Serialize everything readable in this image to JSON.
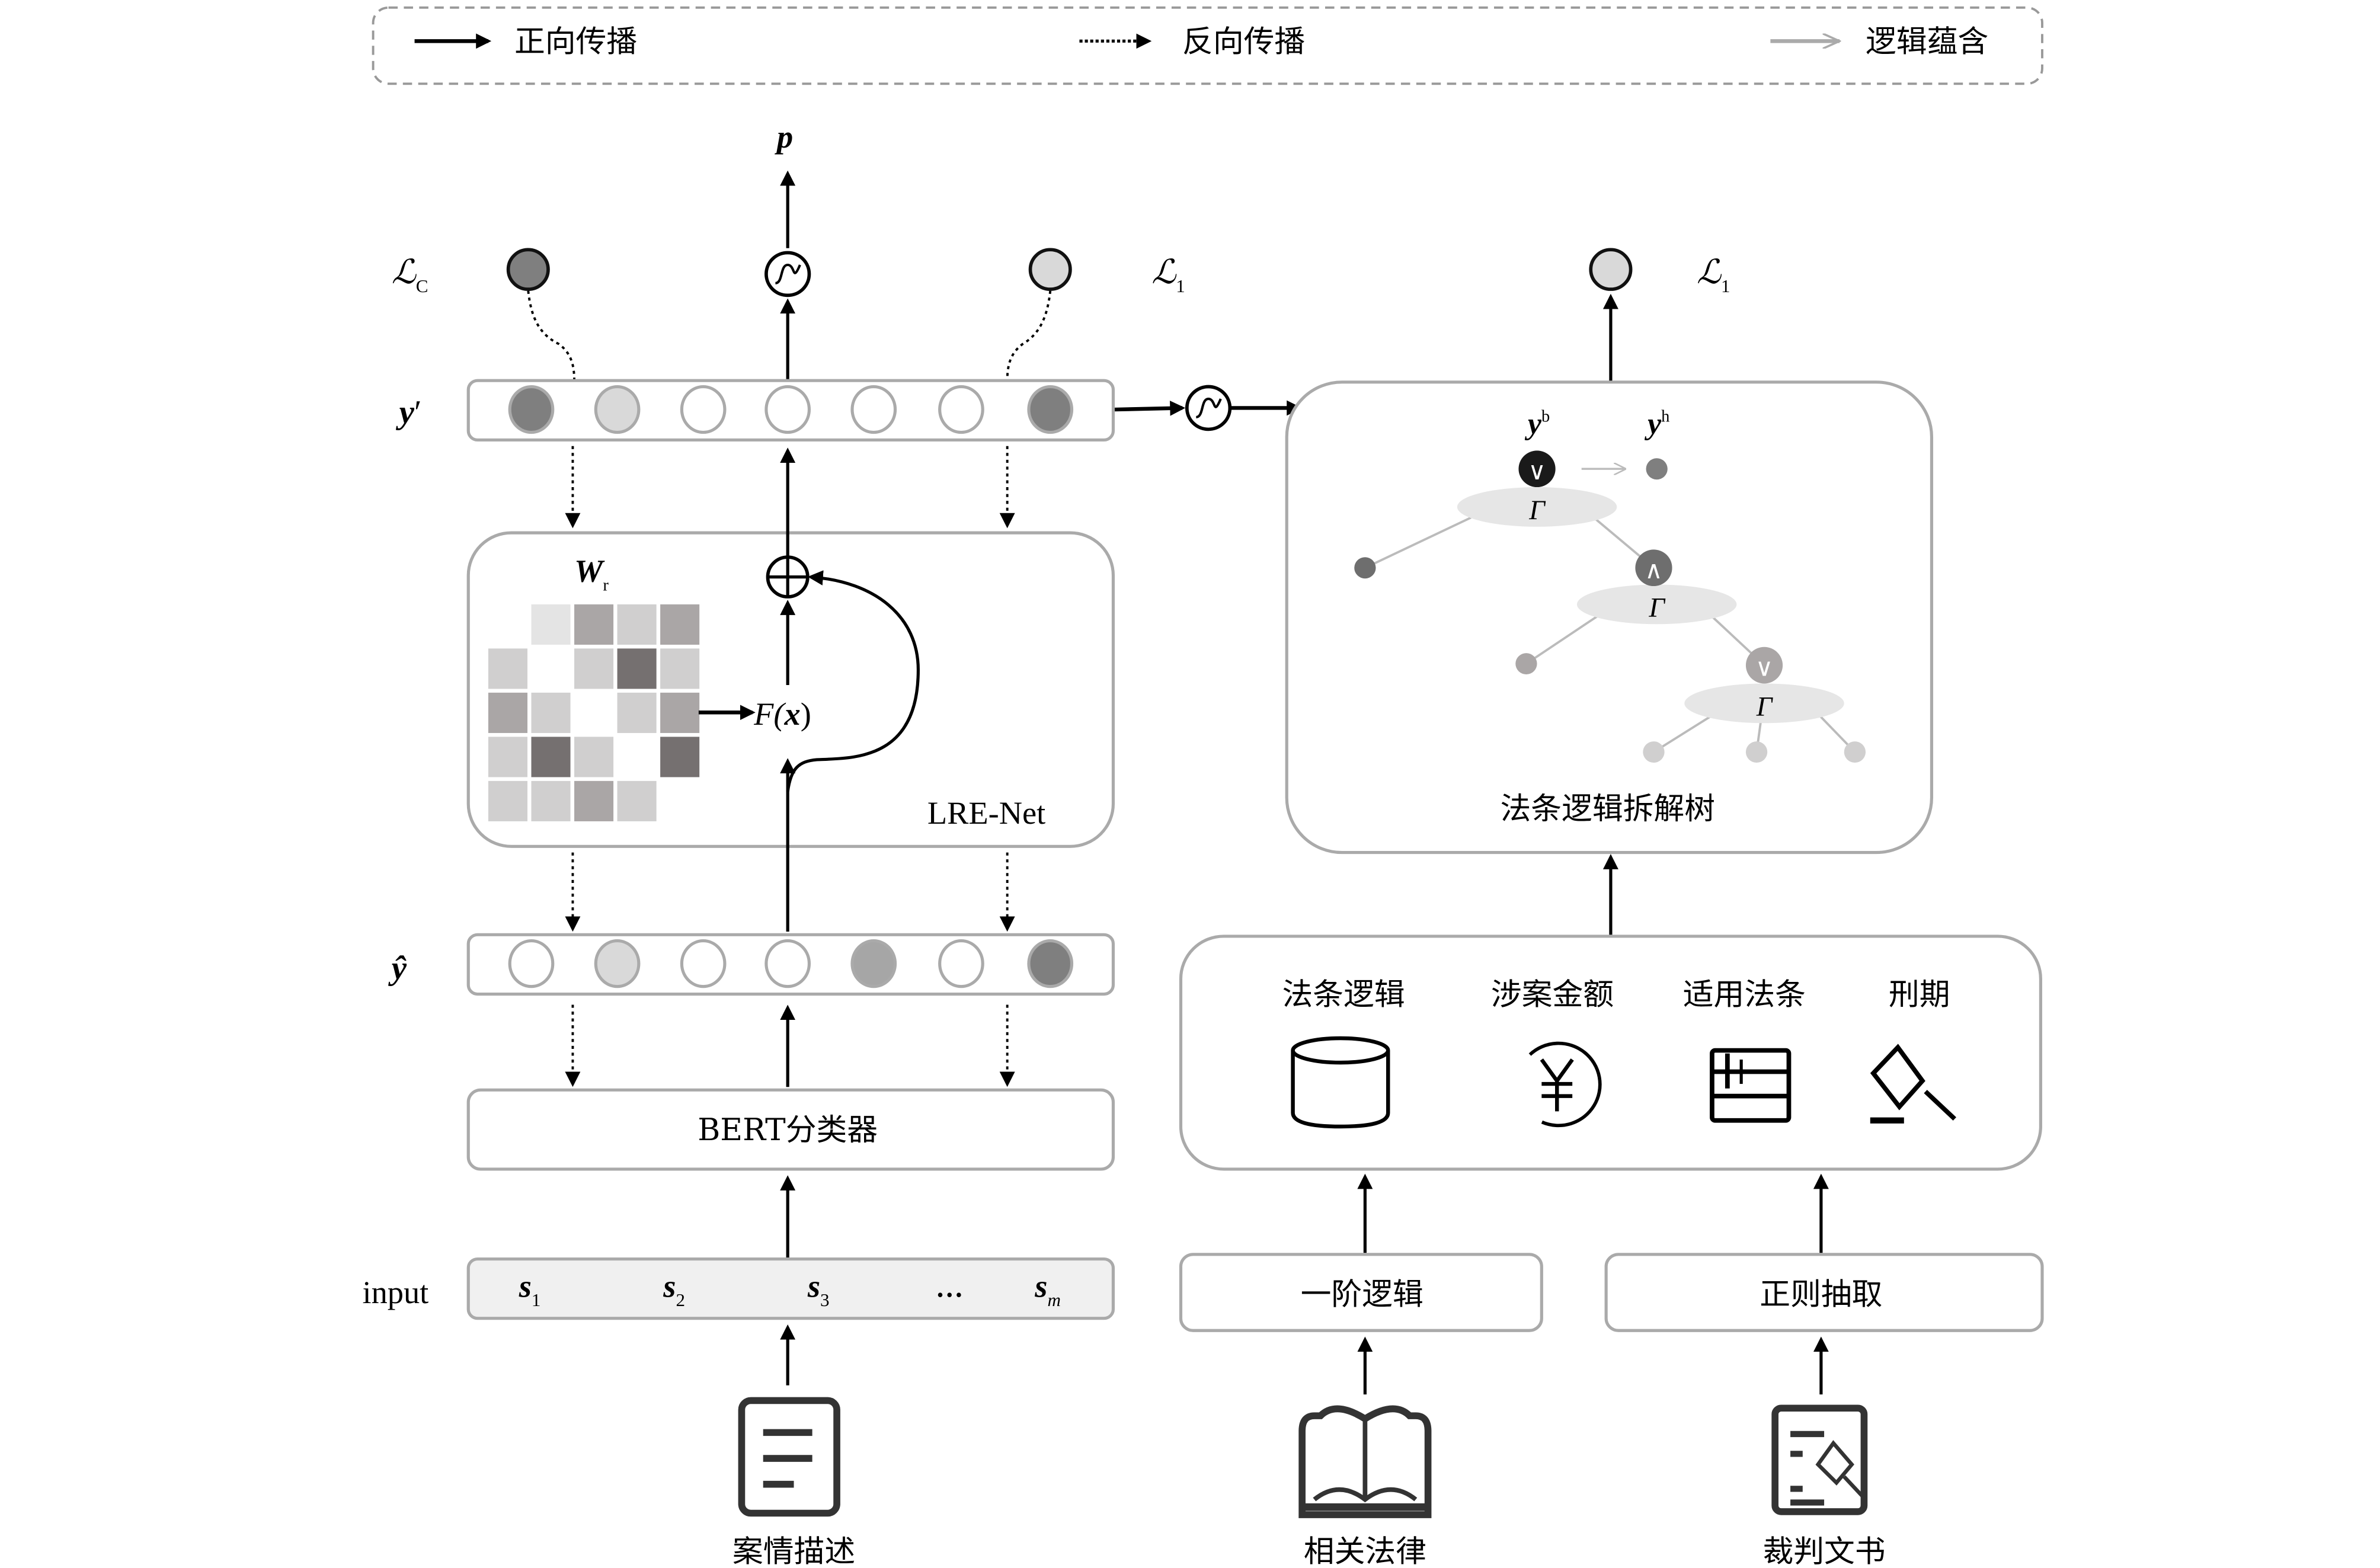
{
  "legend": {
    "forward": "正向传播",
    "backward": "反向传播",
    "entailment": "逻辑蕴含"
  },
  "outputs": {
    "p": "p",
    "loss_c": "ℒ",
    "loss_c_sub": "C",
    "loss_1": "ℒ",
    "loss_1_sub": "1",
    "loss_1_right": "ℒ",
    "loss_1_right_sub": "1"
  },
  "rows": {
    "y_prime": "y",
    "y_prime_mark": "′",
    "y_hat": "ŷ",
    "input": "input"
  },
  "colors": {
    "dark": "#7f7f7f",
    "mid": "#a6a6a6",
    "light": "#d9d9d9",
    "none": "#ffffff",
    "black_node": "#1a1a1a"
  },
  "y_prime_nodes": [
    "dark",
    "light",
    "none",
    "none",
    "none",
    "none",
    "dark"
  ],
  "y_hat_nodes": [
    "none",
    "light",
    "none",
    "none",
    "mid",
    "none",
    "dark"
  ],
  "lre": {
    "weight": "W",
    "weight_sub": "r",
    "func": "F(",
    "func_x": "x",
    "func_close": ")",
    "name": "LRE-Net",
    "matrix": [
      [
        "#ffffff",
        "#e4e4e4",
        "#aaa6a6",
        "#d0cfcf",
        "#aaa6a6"
      ],
      [
        "#d0cfcf",
        "#ffffff",
        "#d0cfcf",
        "#757070",
        "#d0cfcf"
      ],
      [
        "#aaa6a6",
        "#d0cfcf",
        "#ffffff",
        "#d0cfcf",
        "#aaa6a6"
      ],
      [
        "#d0cfcf",
        "#757070",
        "#d0cfcf",
        "#ffffff",
        "#757070"
      ],
      [
        "#d0cfcf",
        "#d0cfcf",
        "#aaa6a6",
        "#d0cfcf",
        "#ffffff"
      ]
    ]
  },
  "bert": "BERT分类器",
  "tokens": [
    {
      "s": "s",
      "sub": "1"
    },
    {
      "s": "s",
      "sub": "2"
    },
    {
      "s": "s",
      "sub": "3"
    },
    {
      "s": "…",
      "sub": ""
    },
    {
      "s": "s",
      "sub": "m"
    }
  ],
  "tree": {
    "title": "法条逻辑拆解树",
    "yb": "y",
    "yb_sup": "b",
    "yh": "y",
    "yh_sup": "h",
    "gamma": "Γ",
    "or_symbol": "∨",
    "and_symbol": "∧"
  },
  "features": {
    "items": [
      {
        "label": "法条逻辑",
        "icon": "database-icon"
      },
      {
        "label": "涉案金额",
        "icon": "yuan-icon"
      },
      {
        "label": "适用法条",
        "icon": "books-icon"
      },
      {
        "label": "刑期",
        "icon": "gavel-icon"
      }
    ]
  },
  "processors": {
    "fol": "一阶逻辑",
    "regex": "正则抽取"
  },
  "sources": {
    "case": "案情描述",
    "law": "相关法律",
    "judgment": "裁判文书"
  }
}
